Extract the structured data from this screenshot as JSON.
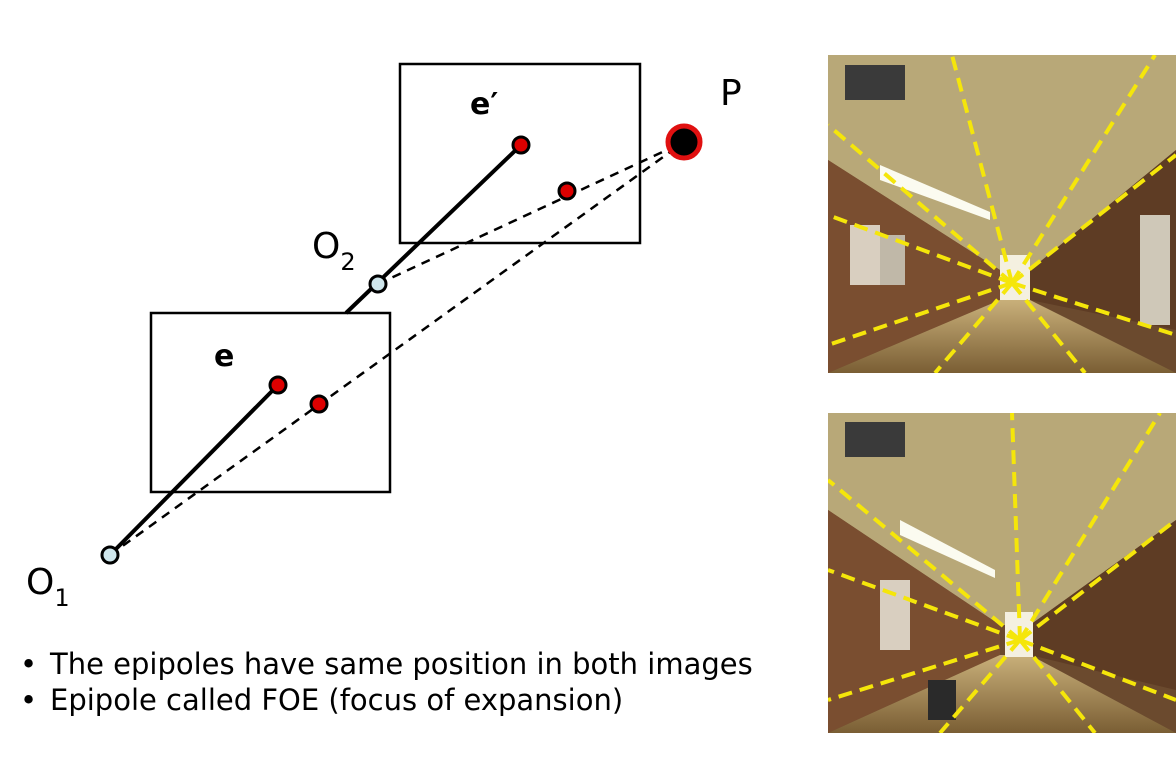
{
  "labels": {
    "point": "P",
    "epipole_prime": "e′",
    "epipole": "e",
    "center2_letter": "O",
    "center2_sub": "2",
    "center1_letter": "O",
    "center1_sub": "1"
  },
  "bullets": [
    "The epipoles have same position in both images",
    "Epipole called FOE (focus of expansion)"
  ],
  "colors": {
    "image_point": "#dd0000",
    "camera_center": "#cfe6ec",
    "scene_point_fill": "#000000",
    "scene_point_ring": "#e01010",
    "foe_lines": "#f5e60a",
    "hallway_wall": "#8a5a34",
    "hallway_ceiling": "#c9b98c"
  },
  "photos": [
    {
      "description_icon": "hallway-photo"
    },
    {
      "description_icon": "hallway-photo"
    }
  ]
}
